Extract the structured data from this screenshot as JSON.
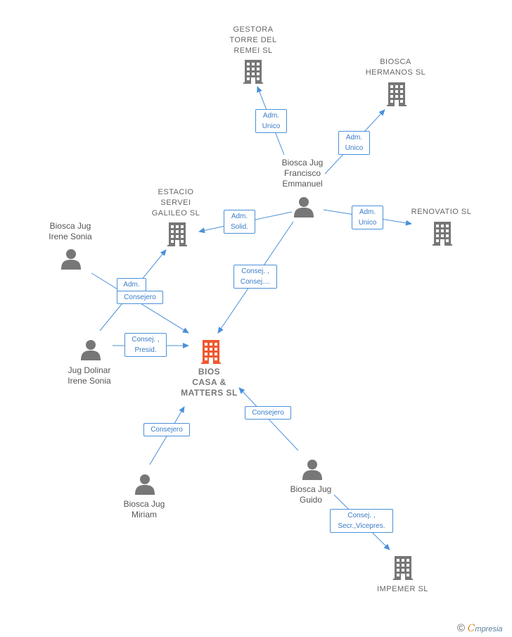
{
  "colors": {
    "edge": "#4a90d9",
    "company_icon": "#777777",
    "main_company_icon": "#f0582f",
    "person_icon": "#777777"
  },
  "companies": [
    {
      "id": "gestora",
      "label": "GESTORA\nTORRE DEL\nREMEI  SL"
    },
    {
      "id": "hermanos",
      "label": "BIOSCA\nHERMANOS SL"
    },
    {
      "id": "estacio",
      "label": "ESTACIO\nSERVEI\nGALILEO SL"
    },
    {
      "id": "renovatio",
      "label": "RENOVATIO  SL"
    },
    {
      "id": "bios",
      "label": "BIOS\nCASA &\nMATTERS  SL"
    },
    {
      "id": "impemer",
      "label": "IMPEMER SL"
    }
  ],
  "people": [
    {
      "id": "francisco",
      "label": "Biosca Jug\nFrancisco\nEmmanuel"
    },
    {
      "id": "irene_biosca",
      "label": "Biosca Jug\nIrene Sonia"
    },
    {
      "id": "irene_dolinar",
      "label": "Jug Dolinar\nIrene Sonia"
    },
    {
      "id": "miriam",
      "label": "Biosca Jug\nMiriam"
    },
    {
      "id": "guido",
      "label": "Biosca Jug\nGuido"
    }
  ],
  "relations": [
    {
      "id": "r1",
      "label": "Adm.\nUnico"
    },
    {
      "id": "r2",
      "label": "Adm.\nUnico"
    },
    {
      "id": "r3",
      "label": "Adm.\nSolid."
    },
    {
      "id": "r4",
      "label": "Adm.\nUnico"
    },
    {
      "id": "r5",
      "label": "Consej. ,\nConsej...."
    },
    {
      "id": "r6",
      "label": "Adm."
    },
    {
      "id": "r7",
      "label": "Consejero"
    },
    {
      "id": "r8",
      "label": "Consej. ,\nPresid."
    },
    {
      "id": "r9",
      "label": "Consejero"
    },
    {
      "id": "r10",
      "label": "Consejero"
    },
    {
      "id": "r11",
      "label": "Consej. ,\nSecr.,Vicepres."
    }
  ],
  "brand": {
    "copyright": "©",
    "initial": "C",
    "name": "mpresia"
  }
}
